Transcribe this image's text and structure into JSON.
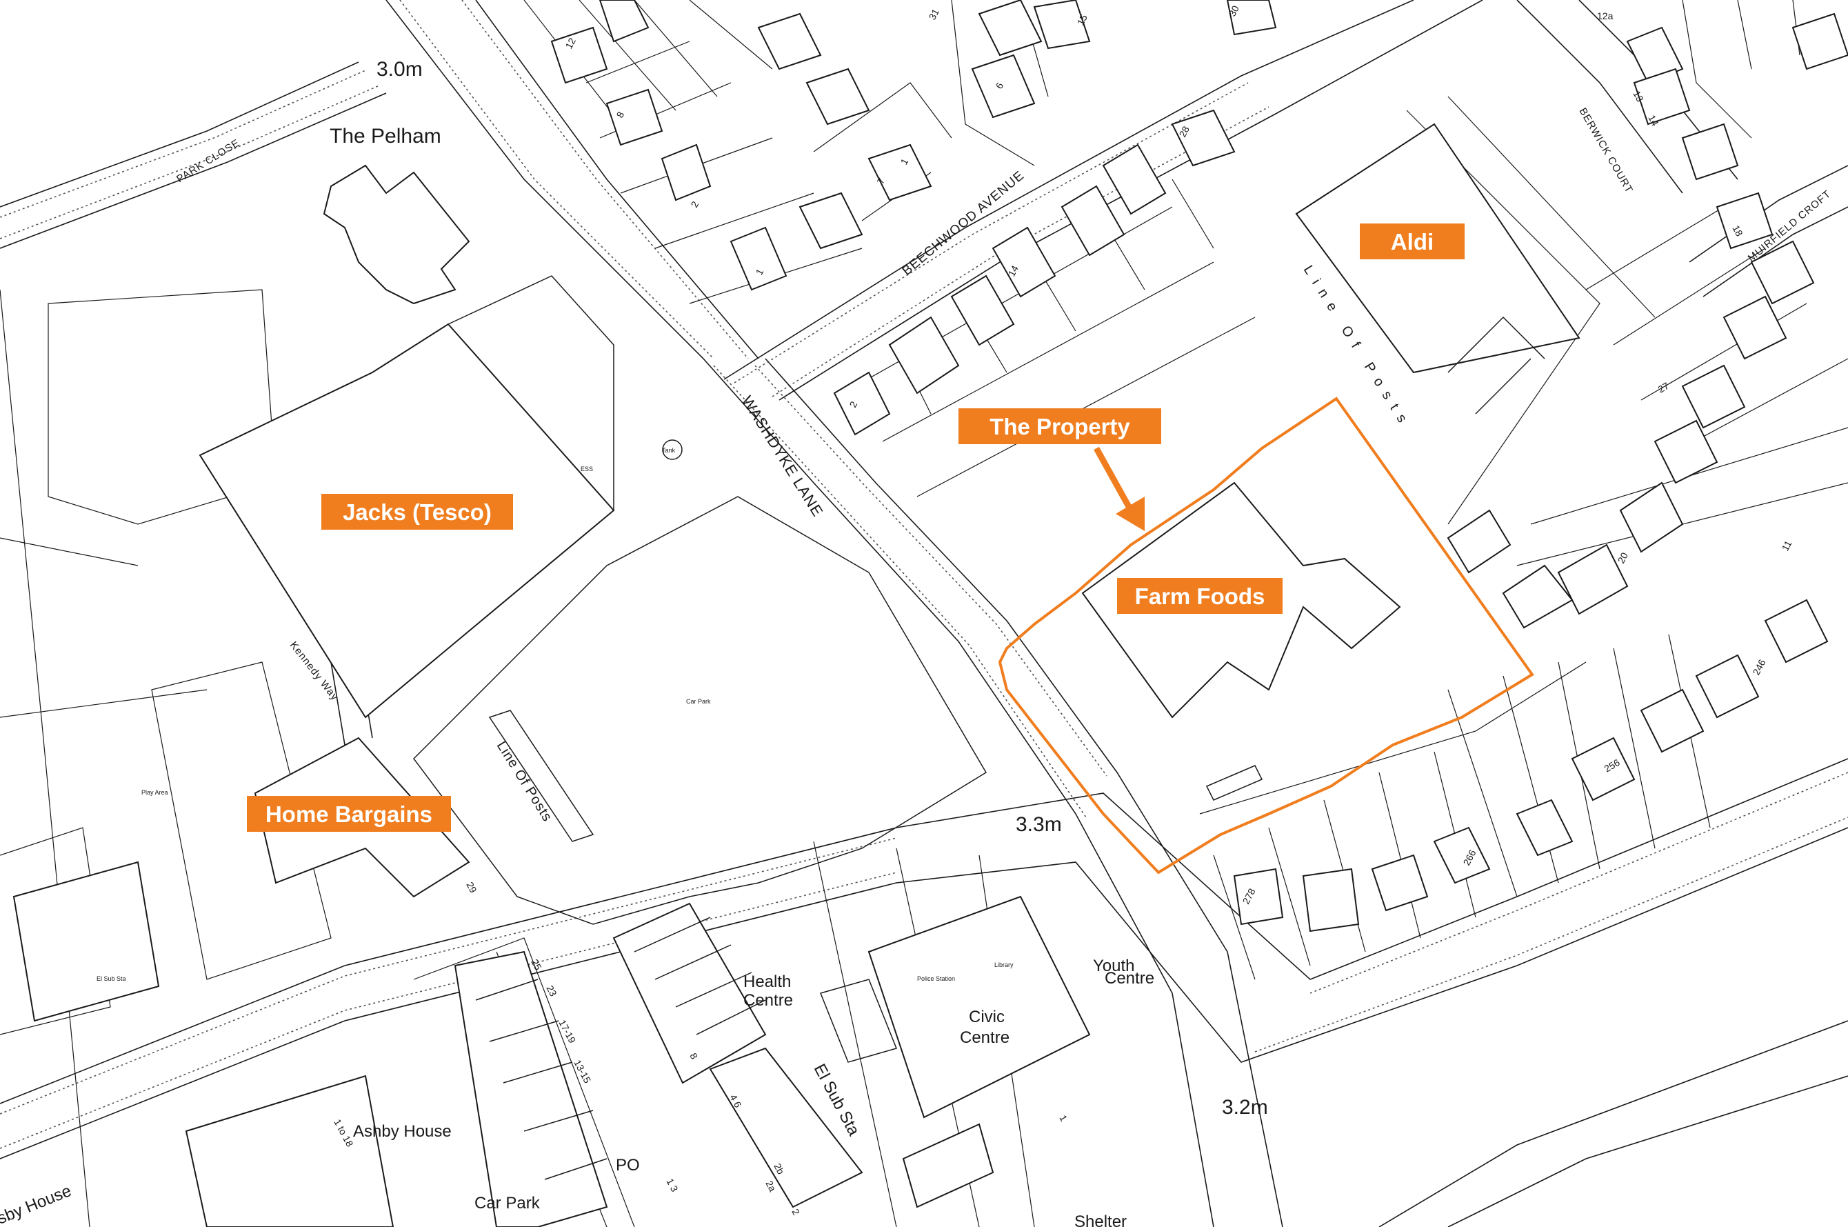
{
  "colors": {
    "accent": "#f07d1e",
    "line": "#1a1a1a",
    "background": "#ffffff"
  },
  "highlight_labels": {
    "aldi": "Aldi",
    "the_property": "The Property",
    "farm_foods": "Farm Foods",
    "jacks_tesco": "Jacks (Tesco)",
    "home_bargains": "Home Bargains"
  },
  "place_labels": {
    "the_pelham": "The Pelham",
    "health_centre_l1": "Health",
    "health_centre_l2": "Centre",
    "civic_centre_l1": "Civic",
    "civic_centre_l2": "Centre",
    "youth_centre_l1": "Youth",
    "youth_centre_l2": "Centre",
    "ashby_house": "Ashby House",
    "ashby_house_partial": "sby House",
    "car_park": "Car Park",
    "po": "PO",
    "shelter": "Shelter"
  },
  "spot_heights": [
    "3.0m",
    "3.3m",
    "3.2m"
  ],
  "street_labels": {
    "washdyke_lane": "WASHDYKE LANE",
    "beechwood_avenue": "BEECHWOOD AVENUE",
    "park_close": "PARK CLOSE",
    "berwick_court": "BERWICK COURT",
    "muirfield_croft": "MUIRFIELD CROFT",
    "kennedy_way": "Kennedy Way",
    "line_of_posts_car_park": "Line Of Posts",
    "line_of_posts_aldi": "Line Of Posts"
  },
  "small_labels": {
    "tank": "Tank",
    "ess": "ESS",
    "car_park_small": "Car Park",
    "play_area": "Play Area",
    "el_sub_sta_small": "El Sub Sta",
    "el_sub_sta": "El Sub Sta",
    "police_station": "Police Station",
    "library": "Library"
  },
  "house_numbers": [
    "12",
    "31",
    "15",
    "30",
    "12a",
    "8",
    "6",
    "7",
    "1",
    "2",
    "1",
    "28",
    "13",
    "14",
    "18",
    "14",
    "2",
    "27",
    "20",
    "246",
    "256",
    "266",
    "278",
    "29",
    "25",
    "23",
    "17-19",
    "13-15",
    "8",
    "4 6",
    "2b",
    "2a",
    "2",
    "1 3",
    "1 to 18",
    "1",
    "11"
  ]
}
